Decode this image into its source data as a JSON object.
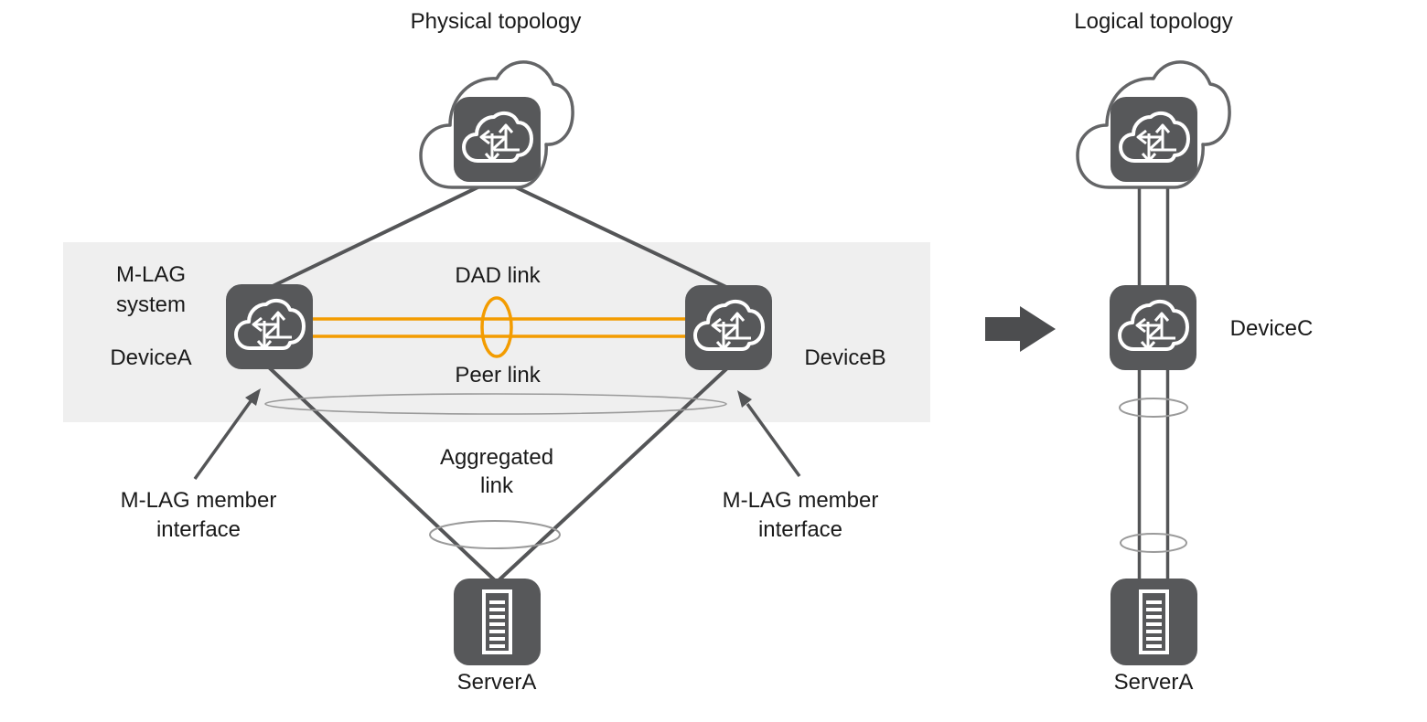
{
  "physical": {
    "title": "Physical topology",
    "system_label": {
      "line1": "M-LAG",
      "line2": "system"
    },
    "device_a_label": "DeviceA",
    "device_b_label": "DeviceB",
    "server_label": "ServerA",
    "dad_link_label": "DAD link",
    "peer_link_label": "Peer link",
    "aggregated_link_label": {
      "line1": "Aggregated",
      "line2": "link"
    },
    "member_interface_left": {
      "line1": "M-LAG member",
      "line2": "interface"
    },
    "member_interface_right": {
      "line1": "M-LAG member",
      "line2": "interface"
    }
  },
  "logical": {
    "title": "Logical topology",
    "device_c_label": "DeviceC",
    "server_label": "ServerA"
  },
  "icons": {
    "network_node": "cloud-switch-icon",
    "server_node": "server-icon",
    "transform": "right-arrow-icon",
    "cloud": "network-cloud-icon"
  },
  "colors": {
    "accent_orange": "#F39C00",
    "node_dark": "#57585A",
    "band_gray": "#EFEFEF",
    "line_dark": "#545557",
    "ellipse_gray": "#9A9A9A"
  }
}
